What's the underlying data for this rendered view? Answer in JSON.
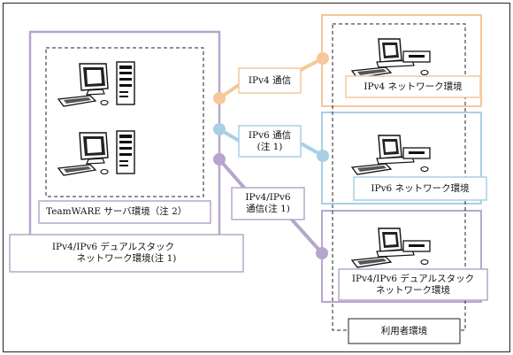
{
  "server": {
    "teamware_label": "TeamWARE サーバ環境（注 2）",
    "dual_stack_label_line1": "IPv4/IPv6 デュアルスタック",
    "dual_stack_label_line2": "ネットワーク環境(注 1)"
  },
  "links": {
    "ipv4_comm": "IPv4 通信",
    "ipv6_comm_line1": "IPv6 通信",
    "ipv6_comm_line2": "(注 1)",
    "dual_comm_line1": "IPv4/IPv6",
    "dual_comm_line2": "通信(注 1)"
  },
  "clients": {
    "ipv4_network": "IPv4 ネットワーク環境",
    "ipv6_network": "IPv6 ネットワーク環境",
    "dual_network_line1": "IPv4/IPv6 デュアルスタック",
    "dual_network_line2": "ネットワーク環境"
  },
  "user_env_label": "利用者環境",
  "colors": {
    "ipv4": "#f5c79a",
    "ipv6": "#a9cfe6",
    "dual": "#b6a6cc",
    "frame": "#222222"
  },
  "icons": [
    "desktop-computer-icon"
  ]
}
